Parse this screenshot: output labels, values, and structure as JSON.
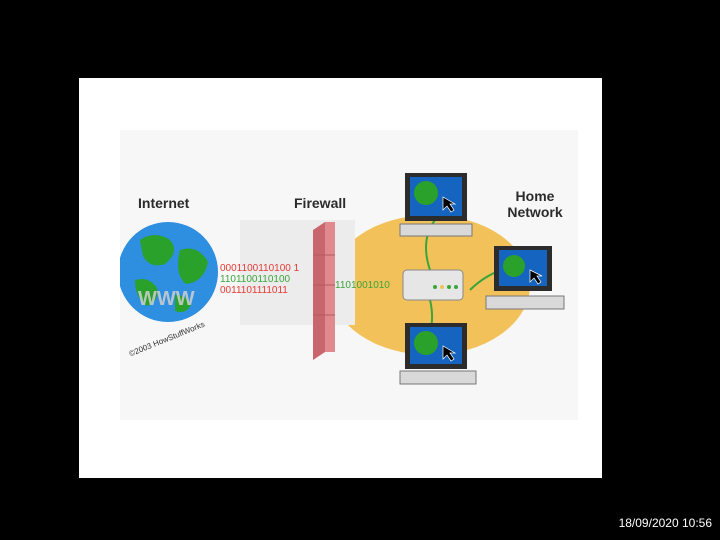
{
  "diagram": {
    "labels": {
      "internet": "Internet",
      "firewall": "Firewall",
      "home_network": "Home\nNetwork"
    },
    "globe_text": "WWW",
    "copyright": "©2003 HowStuffWorks",
    "binary": {
      "red_line_1": "0001100110100 1",
      "green_line_1": "1101100110100",
      "red_line_2": "0011101111011",
      "green_output": "1101001010"
    },
    "colors": {
      "globe_ocean": "#2e8ee0",
      "globe_land": "#2aa12a",
      "firewall": "#e08a8f",
      "home_zone": "#f3c15a",
      "red_bits": "#e53935",
      "green_bits": "#3aa53a",
      "monitor_screen": "#1565c0"
    }
  },
  "footer": {
    "timestamp": "18/09/2020 10:56"
  }
}
